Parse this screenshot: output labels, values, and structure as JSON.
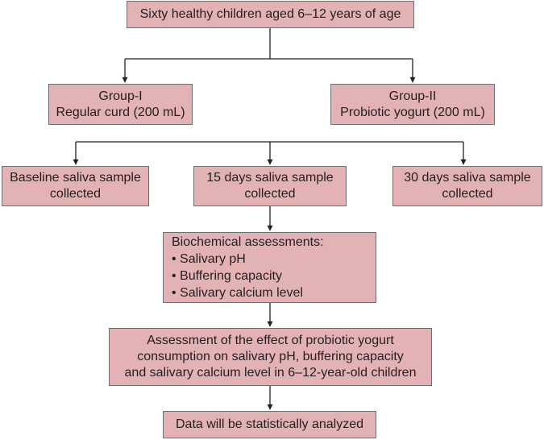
{
  "flowchart": {
    "top": {
      "text": "Sixty healthy children aged 6–12 years of age"
    },
    "group1": {
      "title": "Group-I",
      "detail": "Regular curd (200 mL)"
    },
    "group2": {
      "title": "Group-II",
      "detail": "Probiotic yogurt (200 mL)"
    },
    "baseline": {
      "line1": "Baseline saliva sample",
      "line2": "collected"
    },
    "day15": {
      "line1": "15 days saliva sample",
      "line2": "collected"
    },
    "day30": {
      "line1": "30 days saliva sample",
      "line2": "collected"
    },
    "biochem": {
      "heading": "Biochemical assessments:",
      "items": [
        "• Salivary pH",
        "• Buffering capacity",
        "• Salivary calcium level"
      ]
    },
    "effect": {
      "line1": "Assessment of the effect of probiotic yogurt",
      "line2": "consumption on salivary pH, buffering capacity",
      "line3": "and salivary calcium level in 6–12-year-old children"
    },
    "analysis": {
      "text": "Data will be statistically analyzed"
    }
  },
  "colors": {
    "box_fill": "#e2b2b5",
    "box_border": "#6d6e70",
    "connector": "#231f20",
    "text": "#231f20"
  }
}
